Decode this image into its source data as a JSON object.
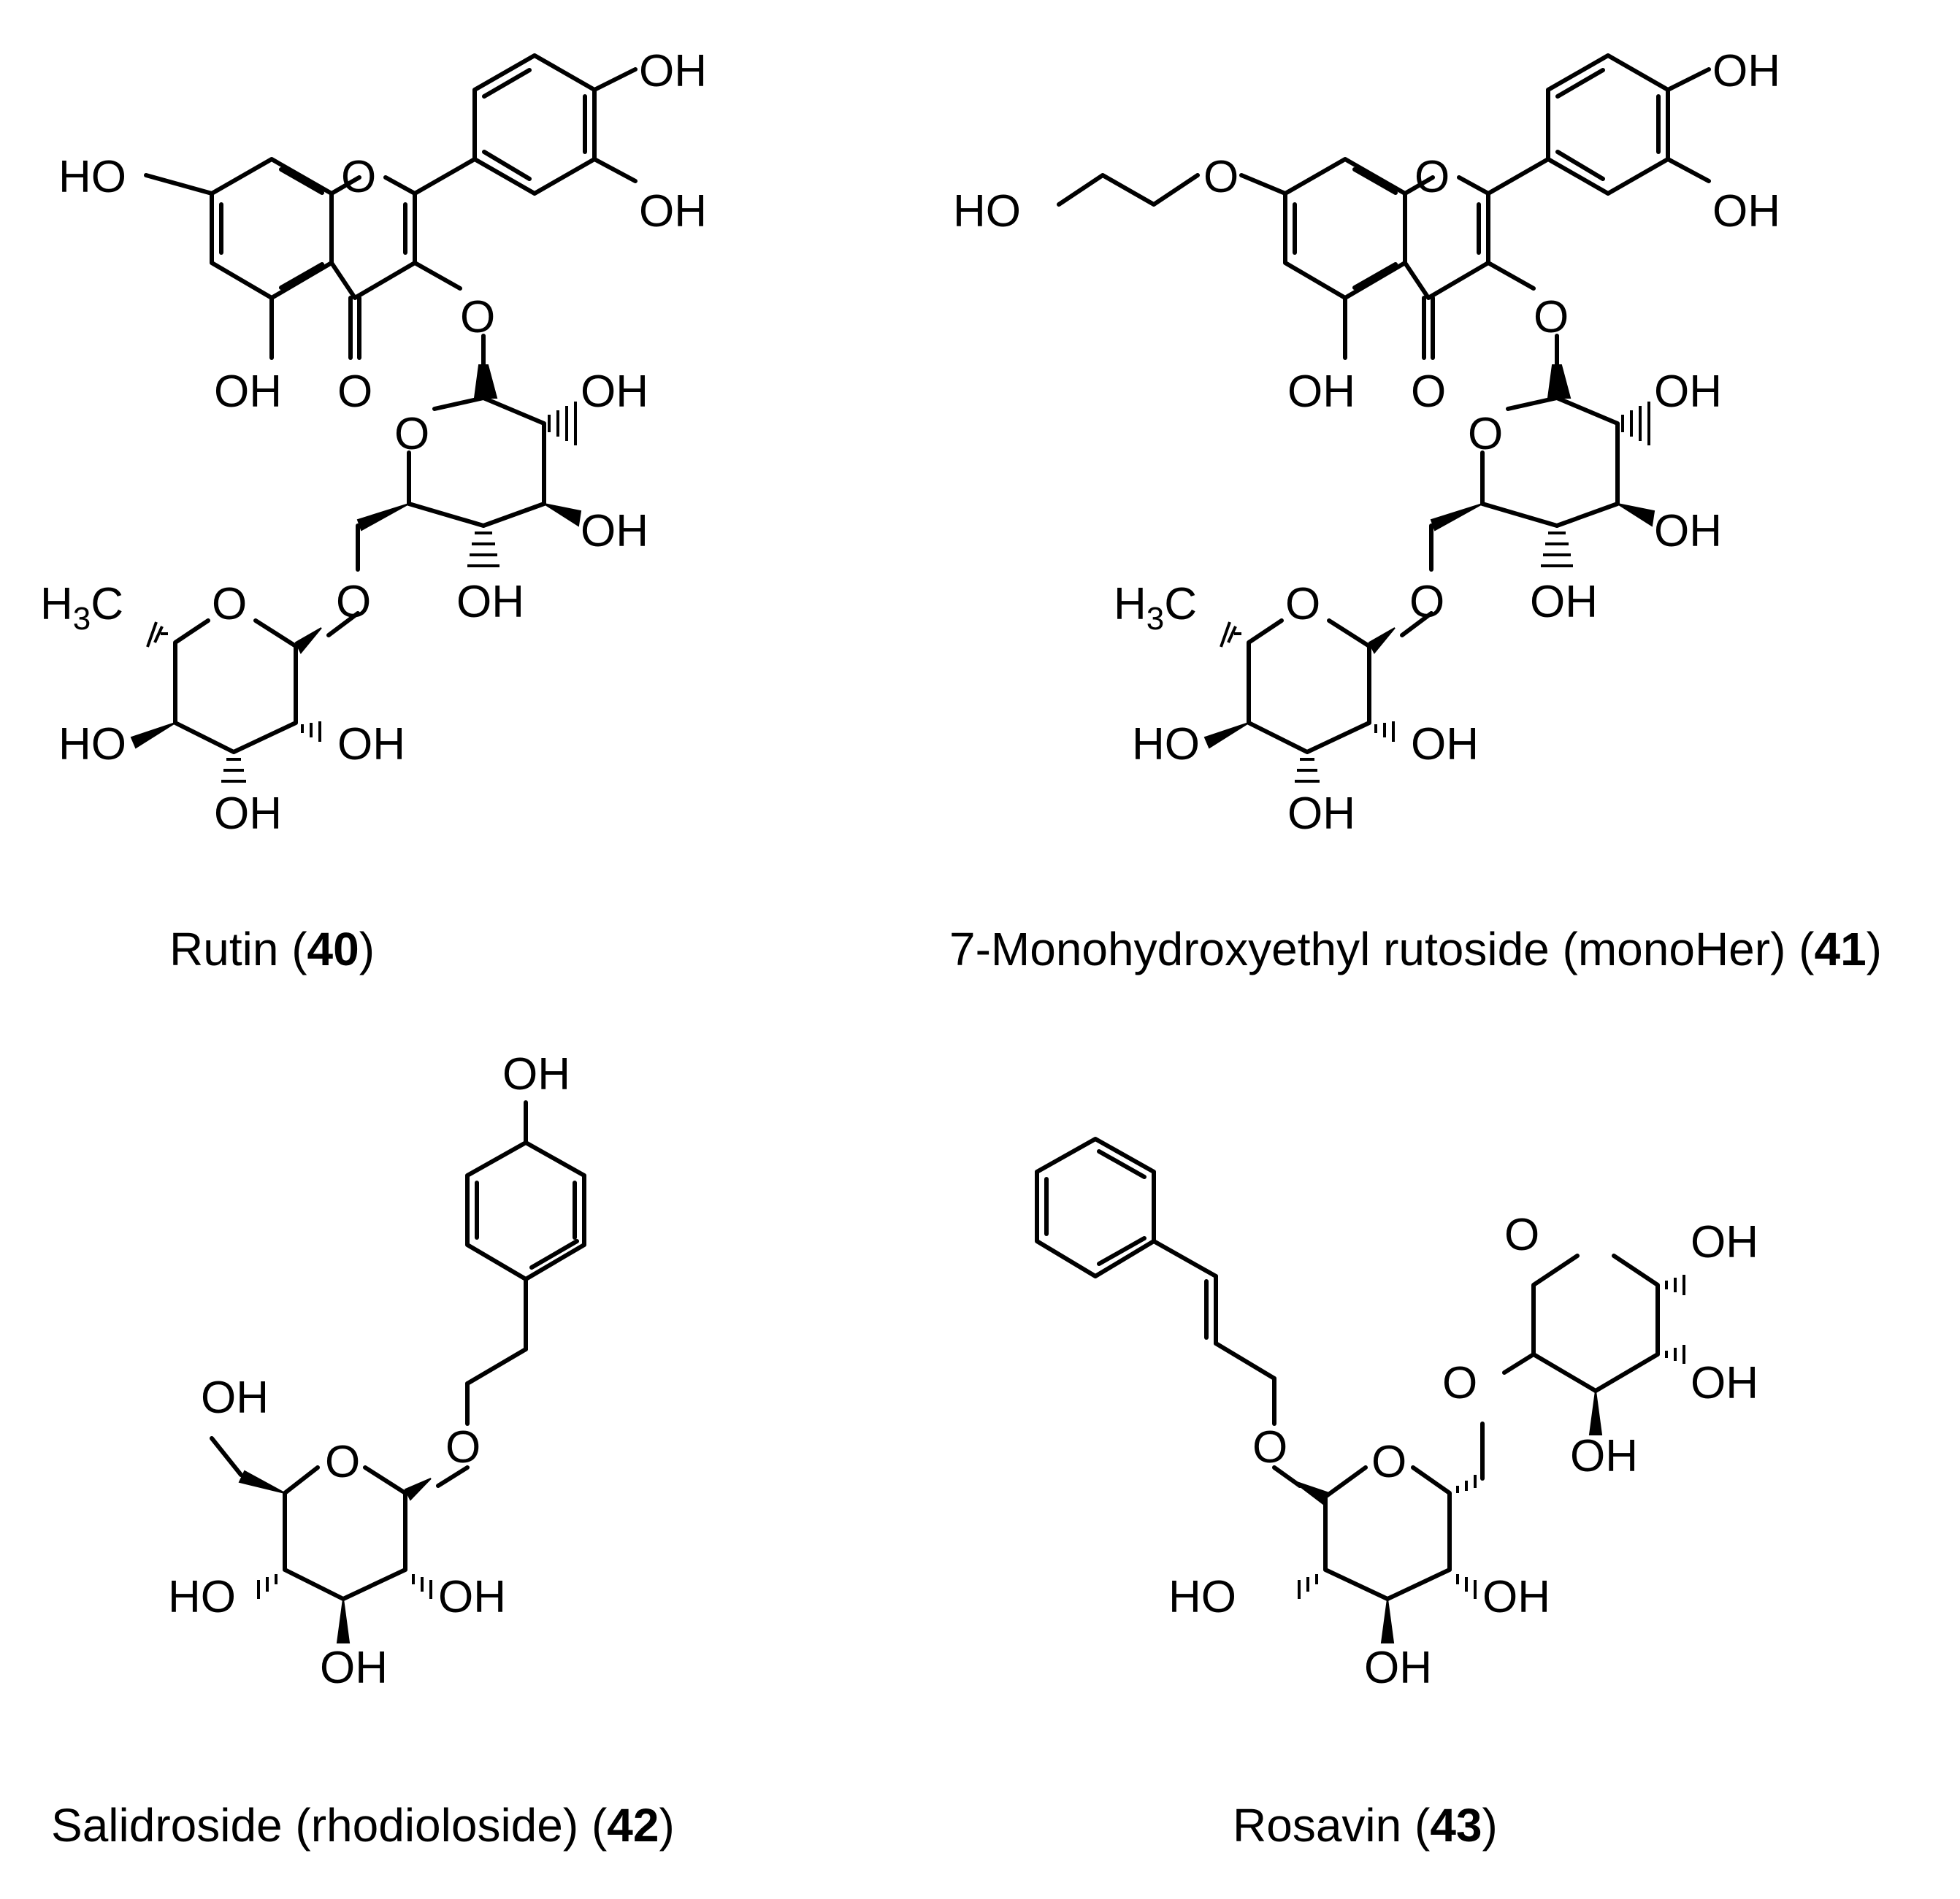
{
  "figure": {
    "structures": [
      {
        "name": "Rutin",
        "number": "40",
        "labels": [
          "HO",
          "O",
          "OH",
          "OH",
          "O",
          "OH",
          "O",
          "O",
          "OH",
          "OH",
          "OH",
          "O",
          "H",
          "3",
          "C",
          "O",
          "HO",
          "OH",
          "OH"
        ]
      },
      {
        "name": "7-Monohydroxyethyl rutoside (monoHer)",
        "number": "41",
        "labels": [
          "HO",
          "O",
          "O",
          "OH",
          "OH",
          "O",
          "OH",
          "O",
          "O",
          "OH",
          "OH",
          "OH",
          "O",
          "H",
          "3",
          "C",
          "O",
          "HO",
          "OH",
          "OH"
        ]
      },
      {
        "name": "Salidroside (rhodioloside)",
        "number": "42",
        "labels": [
          "OH",
          "OH",
          "O",
          "O",
          "HO",
          "OH",
          "OH"
        ]
      },
      {
        "name": "Rosavin",
        "number": "43",
        "labels": [
          "O",
          "OH",
          "O",
          "OH",
          "OH",
          "O",
          "O",
          "HO",
          "OH",
          "OH"
        ]
      }
    ],
    "atom_labels": {
      "HO": "HO",
      "OH": "OH",
      "O": "O",
      "H3C_H": "H",
      "H3C_3": "3",
      "H3C_C": "C"
    }
  }
}
